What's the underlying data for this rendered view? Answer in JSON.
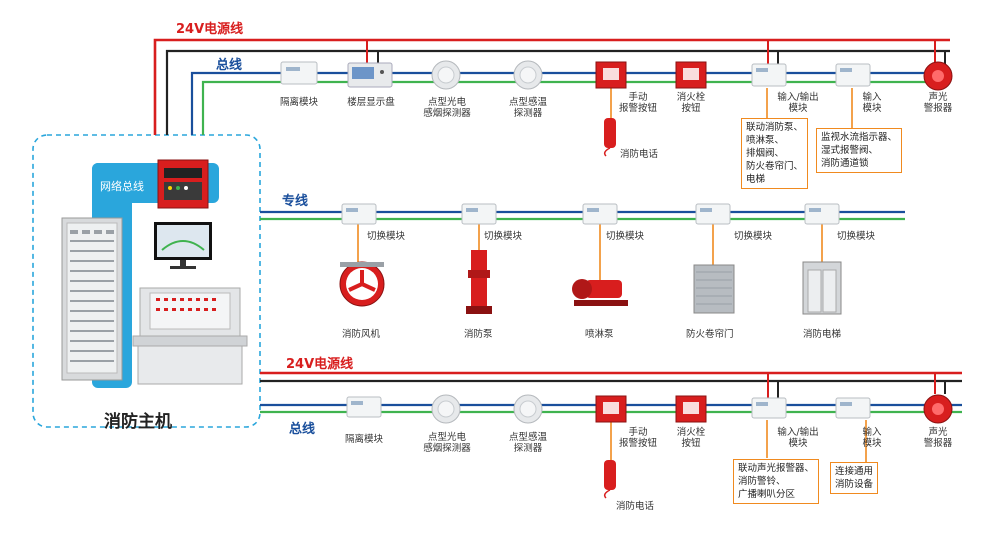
{
  "power_label_top": "24V电源线",
  "bus_label_top": "总线",
  "dedicated_label": "专线",
  "power_label_bottom": "24V电源线",
  "bus_label_bottom": "总线",
  "host": {
    "title": "消防主机",
    "network_bus": "网络总线"
  },
  "top_devices": {
    "isolation": "隔离模块",
    "floor_display": "楼层显示盘",
    "smoke": "点型光电\n感烟探测器",
    "heat": "点型感温\n探测器",
    "manual_alarm": "手动\n报警按钮",
    "hydrant": "消火栓\n按钮",
    "io_module": "输入/输出\n模块",
    "input_module": "输入\n模块",
    "sounder": "声光\n警报器",
    "phone": "消防电话"
  },
  "top_boxes": {
    "io": "联动消防泵、\n喷淋泵、\n排烟阀、\n防火卷帘门、\n电梯",
    "input": "监视水流指示器、\n湿式报警阀、\n消防通道锁"
  },
  "switch_module": "切换模块",
  "equipment": [
    "消防风机",
    "消防泵",
    "喷淋泵",
    "防火卷帘门",
    "消防电梯"
  ],
  "bottom_devices": {
    "isolation": "隔离模块",
    "smoke": "点型光电\n感烟探测器",
    "heat": "点型感温\n探测器",
    "manual_alarm": "手动\n报警按钮",
    "hydrant": "消火栓\n按钮",
    "io_module": "输入/输出\n模块",
    "input_module": "输入\n模块",
    "sounder": "声光\n警报器",
    "phone": "消防电话"
  },
  "bottom_boxes": {
    "io": "联动声光报警器、\n消防警铃、\n广播喇叭分区",
    "input": "连接通用\n消防设备"
  },
  "colors": {
    "power": "#d81e1e",
    "bus_black": "#222222",
    "bus_blue": "#1a4f9c",
    "bus_green": "#3fb34f",
    "branch": "#f08a1f",
    "host_panel": "#2aa6dc"
  }
}
